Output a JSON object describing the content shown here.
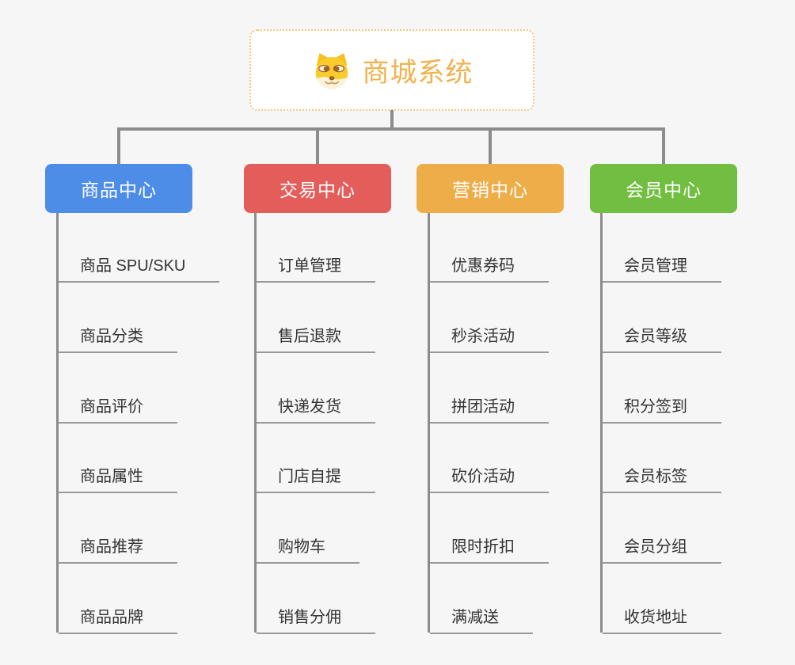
{
  "root": {
    "title": "商城系统",
    "icon": "doge-face-icon",
    "title_color": "#F0B24E",
    "border_color": "#F3C87F"
  },
  "branches": [
    {
      "label": "商品中心",
      "color": "#4D8DE8",
      "children": [
        "商品 SPU/SKU",
        "商品分类",
        "商品评价",
        "商品属性",
        "商品推荐",
        "商品品牌"
      ]
    },
    {
      "label": "交易中心",
      "color": "#E35D5B",
      "children": [
        "订单管理",
        "售后退款",
        "快递发货",
        "门店自提",
        "购物车",
        "销售分佣"
      ]
    },
    {
      "label": "营销中心",
      "color": "#EDAD49",
      "children": [
        "优惠券码",
        "秒杀活动",
        "拼团活动",
        "砍价活动",
        "限时折扣",
        "满减送"
      ]
    },
    {
      "label": "会员中心",
      "color": "#71BE40",
      "children": [
        "会员管理",
        "会员等级",
        "积分签到",
        "会员标签",
        "会员分组",
        "收货地址"
      ]
    }
  ],
  "colors": {
    "background": "#F6F6F6",
    "connector": "#8C8C8C",
    "underline": "#97999C",
    "child_text": "#333333",
    "branch_text": "#FFFFFF"
  }
}
